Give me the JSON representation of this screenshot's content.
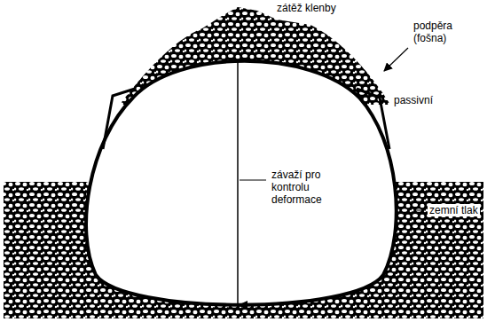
{
  "diagram": {
    "labels": [
      "zátěž klenby",
      "podpěra (fošna)",
      "passivní",
      "závaží pro kontrolu deformace",
      "zemní tlak"
    ]
  }
}
